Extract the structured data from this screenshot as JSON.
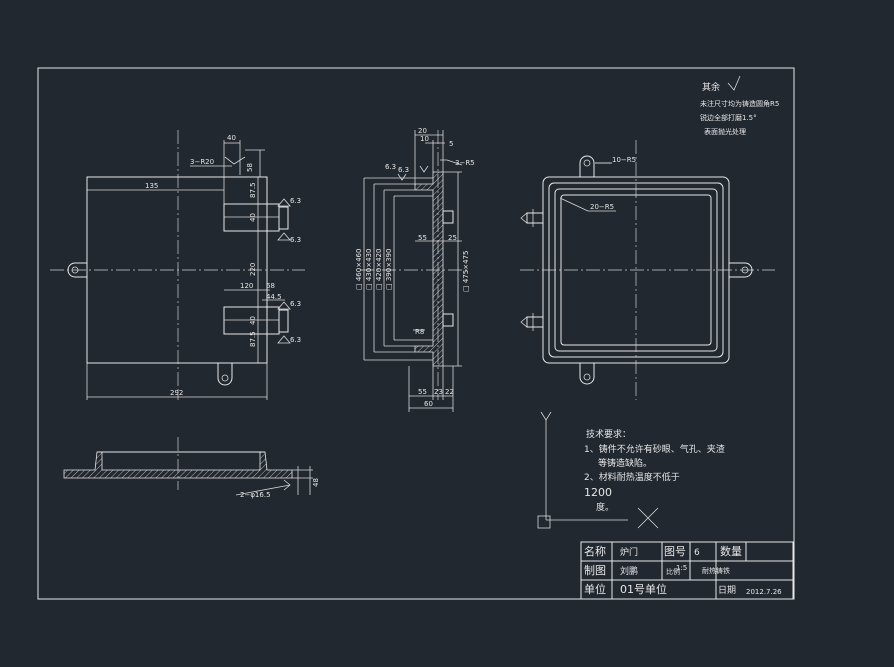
{
  "notes_top": {
    "title": "其余",
    "line1": "未注尺寸均为铸造圆角R5",
    "line2": "锐边全部打磨1.5°",
    "line3": "表面抛光处理"
  },
  "tech_requirements": {
    "heading": "技术要求：",
    "item1": "1、铸件不允许有砂眼、气孔、夹渣",
    "item1b": "等铸造缺陷。",
    "item2": "2、材料耐热温度不低于",
    "item2b": "1200",
    "item2c": "度。"
  },
  "axis": {
    "y": "Y"
  },
  "front_view_dims": {
    "d40": "40",
    "r20": "3−R20",
    "d58": "58",
    "d135": "135",
    "d87_5a": "87.5",
    "d40a": "40",
    "d220": "220",
    "d120": "120",
    "d68": "68",
    "d44_5": "44.5",
    "d40b": "40",
    "d87_5b": "87.5",
    "d292": "292",
    "s63a": "6.3",
    "s63b": "6.3",
    "s63c": "6.3",
    "s63d": "6.3"
  },
  "section_view_dims": {
    "d20": "20",
    "d10": "10",
    "d5": "5",
    "r5": "3−R5",
    "s63a": "6.3",
    "s63b": "6.3",
    "d55a": "55",
    "d25": "25",
    "v460": "□ 460×460",
    "v430": "□ 430×430",
    "v420": "□ 420×420",
    "v390": "□ 390×390",
    "v475": "□ 475×475",
    "r8": "R8",
    "d55b": "55",
    "d23": "23",
    "d22": "22",
    "d60": "60"
  },
  "right_view_dims": {
    "r10": "10−R5",
    "r20": "20−R5"
  },
  "bottom_view_dims": {
    "phi": "2−φ16.5",
    "d48": "48"
  },
  "title_block": {
    "name_label": "名称",
    "name_value": "炉门",
    "drawing_no_label": "图号",
    "drawing_no_value": "6",
    "qty_label": "数量",
    "drafter_label": "制图",
    "drafter_value": "刘鹏",
    "scale_label": "比例",
    "scale_value": "1:5",
    "material_label": "耐热铸铁",
    "unit_label": "单位",
    "unit_value": "01号单位",
    "date_label": "日期",
    "date_value": "2012.7.26"
  }
}
